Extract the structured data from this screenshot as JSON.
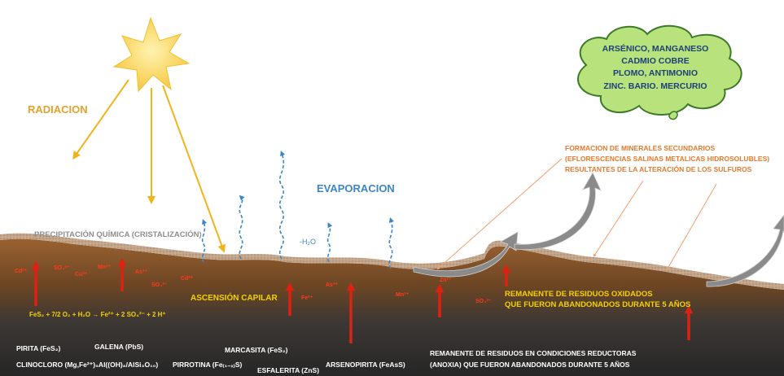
{
  "labels": {
    "radiacion": "RADIACION",
    "evaporacion": "EVAPORACION",
    "precipitacion": "PRECIPITACIÓN QUÍMICA (CRISTALIZACIÓN)",
    "water": "-H₂O",
    "ascension": "ASCENSIÓN CAPILAR",
    "reaction": "FeS₂ + 7/2 O₂ + H₂O → Fe²⁺ + 2 SO₄²⁻ + 2 H⁺",
    "cloud_lines": [
      "ARSÉNICO, MANGANESO",
      "CADMIO COBRE",
      "PLOMO, ANTIMONIO",
      "ZINC. BARIO. MERCURIO"
    ],
    "formacion_lines": [
      "FORMACION DE MINERALES SECUNDARIOS",
      "(EFLORESCENCIAS SALINAS METALICAS HIDROSOLUBLES)",
      "RESULTANTES DE LA ALTERACIÓN DE LOS SULFUROS"
    ],
    "remanente_oxidados_lines": [
      "REMANENTE DE RESIDUOS OXIDADOS",
      "QUE FUERON ABANDONADOS DURANTE 5 AÑOS"
    ],
    "remanente_reductoras_lines": [
      "REMANENTE DE RESIDUOS EN CONDICIONES REDUCTORAS",
      "(ANOXIA) QUE FUERON ABANDONADOS DURANTE 5 AÑOS"
    ],
    "minerals": {
      "pirita": "PIRITA (FeS₂)",
      "galena": "GALENA (PbS)",
      "clinocloro": "CLINOCLORO (Mg,Fe²⁺)₅Al((OH)₈/AlSi₃O₁₀)",
      "pirrotina": "PIRROTINA (Fe₍₁₋ₓ₎S)",
      "marcasita": "MARCASITA (FeS₂)",
      "esfalerita": "ESFALERITA (ZnS)",
      "arsenopirita": "ARSENOPIRITA (FeAsS)"
    },
    "ions": [
      "Cd²⁺",
      "SO₄²⁻",
      "Cu²⁺",
      "Mn²⁺",
      "As³⁺",
      "SO₄²⁻",
      "Cd²⁺",
      "Fe²⁺",
      "As³⁺",
      "Mn²⁺",
      "SO₄²⁻",
      "Zn²⁺"
    ]
  },
  "colors": {
    "sun": "#f6c945",
    "sun_rays": "#f2b41c",
    "water_vapor": "#3d86c6",
    "soil_top": "#8a5428",
    "soil_bottom": "#2e2e2e",
    "crust": "#bfa68e",
    "cloud_fill": "#b7e27c",
    "cloud_stroke": "#3e7a2a",
    "arrows_red": "#e02010",
    "arrows_orange": "#f0a070",
    "arrows_grey": "#8a8a8a"
  }
}
